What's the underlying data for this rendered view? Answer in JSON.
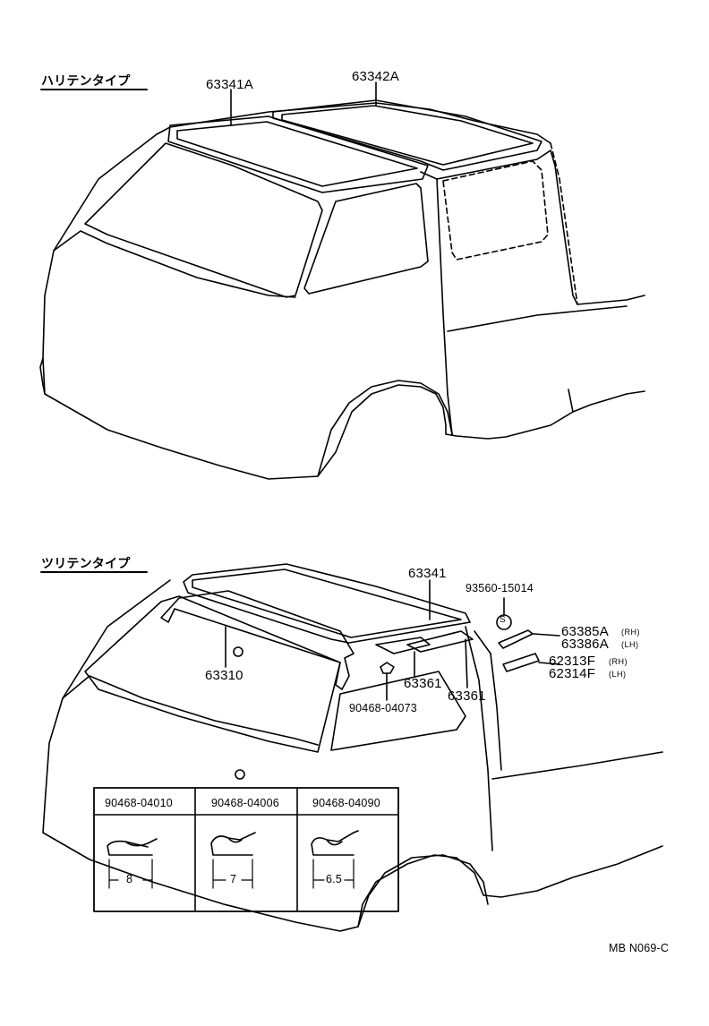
{
  "section_upper": {
    "title": "ハリテンタイプ",
    "parts": {
      "p63341A": "63341A",
      "p63342A": "63342A"
    }
  },
  "section_lower": {
    "title": "ツリテンタイプ",
    "parts": {
      "p63341": "63341",
      "p93560": "93560-15014",
      "s_mark": "S",
      "p63385A": "63385A",
      "p63385A_side": "(RH)",
      "p63386A": "63386A",
      "p63386A_side": "(LH)",
      "p62313F": "62313F",
      "p62313F_side": "(RH)",
      "p62314F": "62314F",
      "p62314F_side": "(LH)",
      "p63310": "63310",
      "p63361_a": "63361",
      "p63361_b": "63361",
      "p90468_04073": "90468-04073"
    }
  },
  "clip_table": {
    "columns": [
      {
        "part": "90468-04010",
        "dimension": "8"
      },
      {
        "part": "90468-04006",
        "dimension": "7"
      },
      {
        "part": "90468-04090",
        "dimension": "6.5"
      }
    ]
  },
  "footer": {
    "code": "MB N069-C"
  }
}
